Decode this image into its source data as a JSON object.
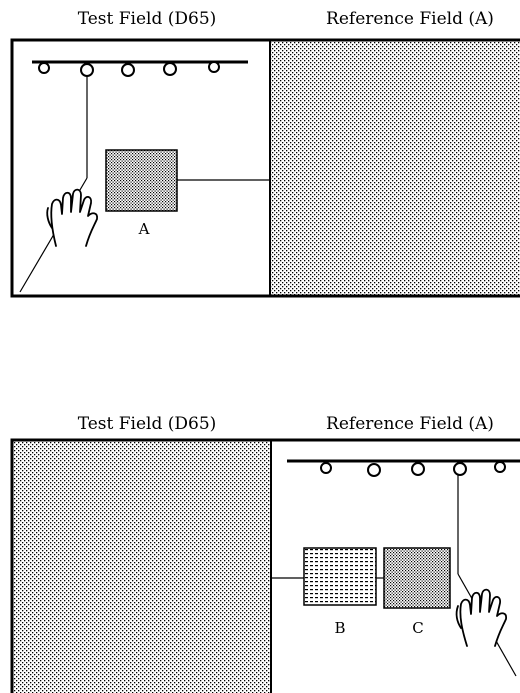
{
  "top_panel": {
    "left_title": "Test Field (D65)",
    "right_title": "Reference Field (A)",
    "sample_label": "A"
  },
  "bottom_panel": {
    "left_title": "Test Field (D65)",
    "right_title": "Reference Field (A)",
    "sample_label_b": "B",
    "sample_label_c": "C"
  }
}
